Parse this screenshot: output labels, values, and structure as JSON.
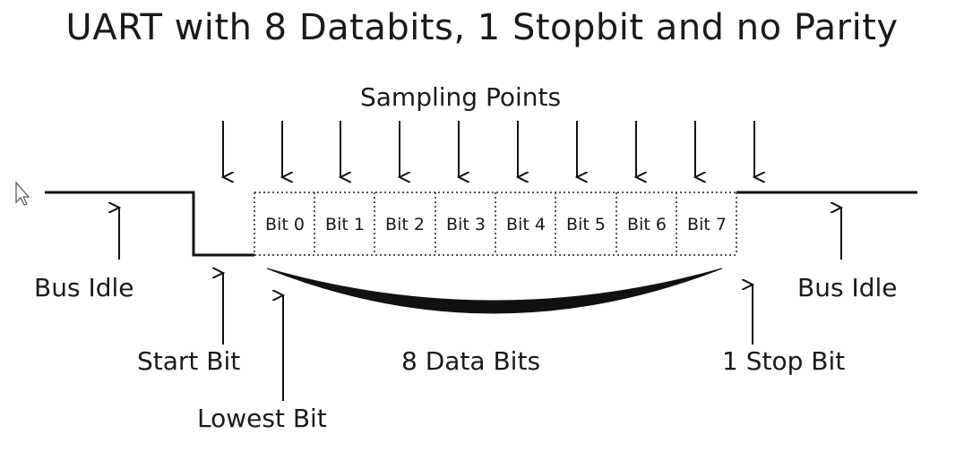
{
  "title": "UART with 8 Databits, 1 Stopbit and no Parity",
  "labels": {
    "sampling_points": "Sampling Points",
    "bus_idle_left": "Bus Idle",
    "bus_idle_right": "Bus Idle",
    "start_bit": "Start Bit",
    "lowest_bit": "Lowest Bit",
    "data_bits": "8 Data Bits",
    "stop_bit": "1 Stop Bit"
  },
  "bits": [
    "Bit 0",
    "Bit 1",
    "Bit 2",
    "Bit 3",
    "Bit 4",
    "Bit 5",
    "Bit 6",
    "Bit 7"
  ],
  "icons": {
    "cursor": "mouse-pointer-icon"
  },
  "colors": {
    "line": "#111111",
    "dotted": "#555555"
  }
}
